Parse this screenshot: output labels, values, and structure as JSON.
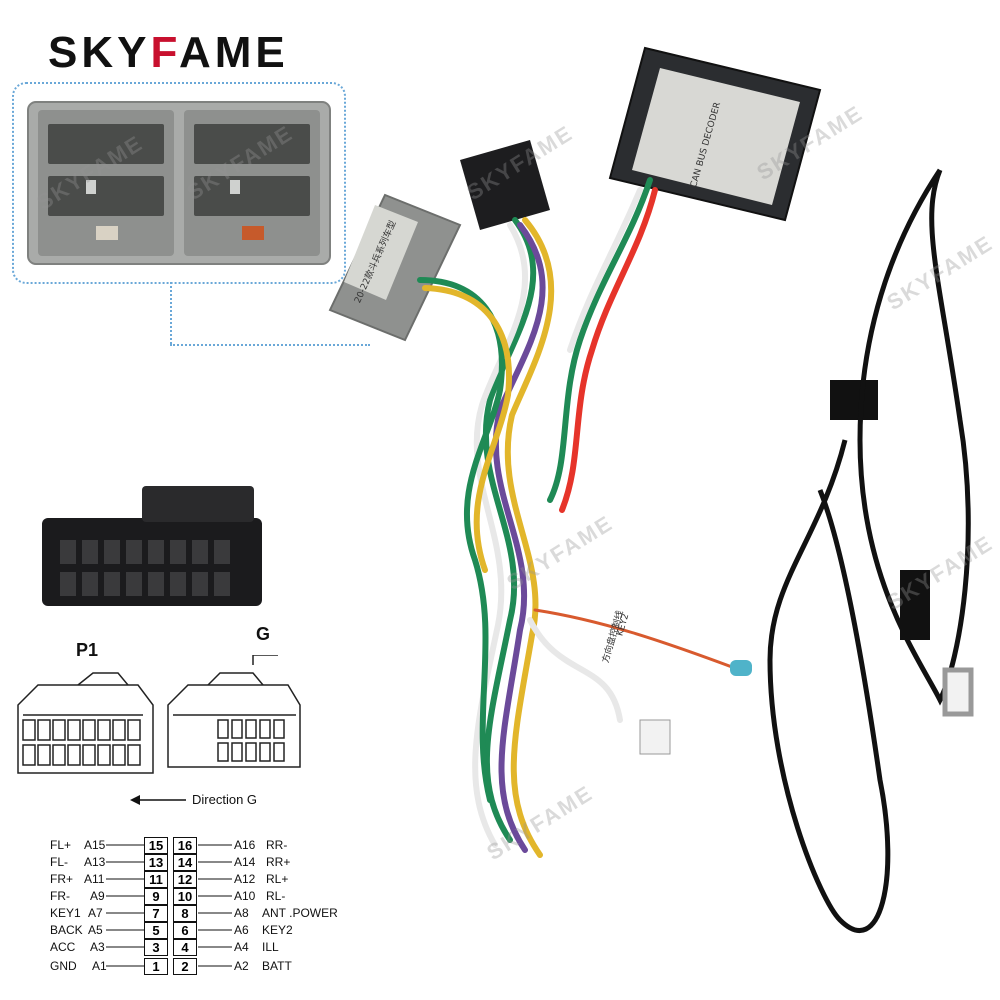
{
  "brand": {
    "prefix": "SKY",
    "accent": "F",
    "suffix": "AME"
  },
  "watermark": "SKYFAME",
  "labels": {
    "p1": "P1",
    "g": "G",
    "direction": "Direction G"
  },
  "module_label": "CAN BUS DECODER",
  "adapter_label": "20-22款斗兵系列车型",
  "tag_key2": "KEY2",
  "tag_wheel": "方向盘控制线",
  "pinout": {
    "left": [
      {
        "signal": "FL+",
        "code": "A15",
        "pin": "15"
      },
      {
        "signal": "FL-",
        "code": "A13",
        "pin": "13"
      },
      {
        "signal": "FR+",
        "code": "A11",
        "pin": "11"
      },
      {
        "signal": "FR-",
        "code": "A9",
        "pin": "9"
      },
      {
        "signal": "KEY1",
        "code": "A7",
        "pin": "7"
      },
      {
        "signal": "BACK",
        "code": "A5",
        "pin": "5"
      },
      {
        "signal": "ACC",
        "code": "A3",
        "pin": "3"
      },
      {
        "signal": "GND",
        "code": "A1",
        "pin": "1"
      }
    ],
    "right": [
      {
        "pin": "16",
        "code": "A16",
        "signal": "RR-"
      },
      {
        "pin": "14",
        "code": "A14",
        "signal": "RR+"
      },
      {
        "pin": "12",
        "code": "A12",
        "signal": "RL+"
      },
      {
        "pin": "10",
        "code": "A10",
        "signal": "RL-"
      },
      {
        "pin": "8",
        "code": "A8",
        "signal": "ANT .POWER"
      },
      {
        "pin": "6",
        "code": "A6",
        "signal": "KEY2"
      },
      {
        "pin": "4",
        "code": "A4",
        "signal": "ILL"
      },
      {
        "pin": "2",
        "code": "A2",
        "signal": "BATT"
      }
    ]
  },
  "colors": {
    "brand_accent": "#c8102e",
    "connector_gray": "#9a9c9a",
    "wire_green": "#1f8a55",
    "wire_purple": "#6b4a9a",
    "wire_yellow": "#e2b62b",
    "cable_black": "#111111"
  }
}
